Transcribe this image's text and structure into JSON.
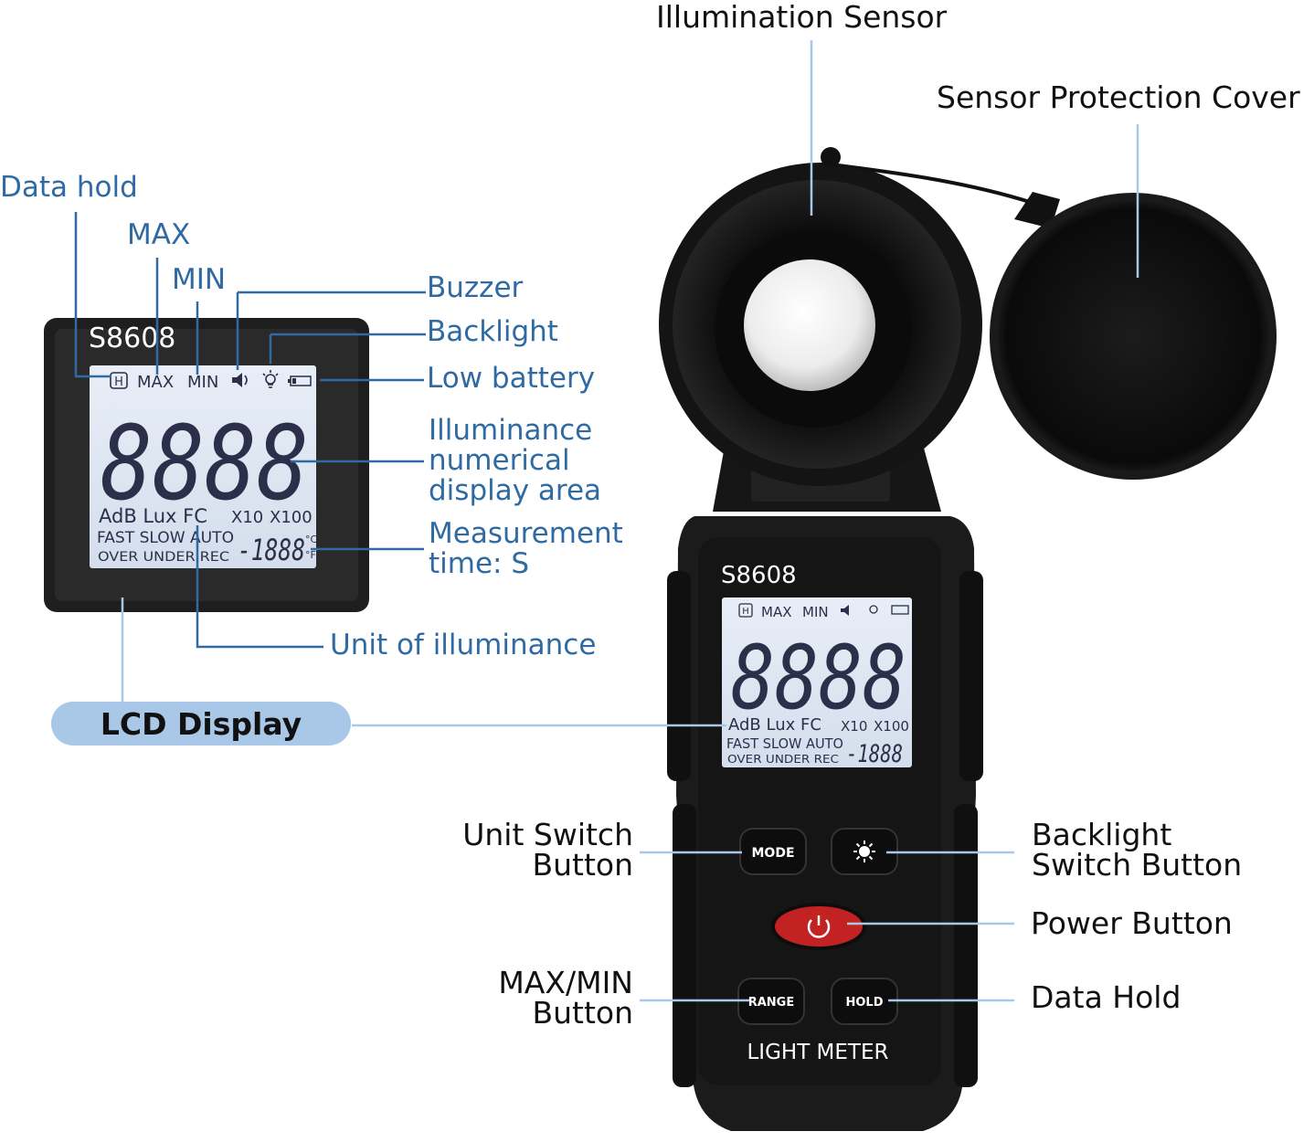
{
  "labels": {
    "illumination_sensor": "Illumination Sensor",
    "sensor_protection_cover": "Sensor Protection Cover",
    "data_hold": "Data hold",
    "max": "MAX",
    "min": "MIN",
    "buzzer": "Buzzer",
    "backlight": "Backlight",
    "low_battery": "Low battery",
    "illuminance_area": "Illuminance numerical display area",
    "measurement_time": "Measurement time: S",
    "unit_of_illuminance": "Unit of illuminance",
    "lcd_display": "LCD Display",
    "unit_switch_button": "Unit Switch Button",
    "backlight_switch_button": "Backlight Switch Button",
    "power_button": "Power Button",
    "max_min_button": "MAX/MIN Button",
    "data_hold_button": "Data Hold"
  },
  "device": {
    "model": "S8608",
    "name": "LIGHT METER",
    "buttons": {
      "mode": "MODE",
      "range": "RANGE",
      "hold": "HOLD"
    },
    "lcd": {
      "hold_icon": "H",
      "max": "MAX",
      "min": "MIN",
      "digits": "8888",
      "units_row": "AdB Lux FC",
      "x10": "X10",
      "x100": "X100",
      "speed_row": "FAST SLOW AUTO",
      "status_row": "OVER UNDER REC",
      "small_digits": "-1888",
      "deg_c": "°C",
      "deg_f": "°F"
    }
  },
  "icons": [
    "speaker-icon",
    "bulb-icon",
    "battery-icon",
    "sun-icon",
    "power-icon"
  ],
  "colors": {
    "label_blue": "#2f6aa3",
    "leader_line": "#2f6aa3",
    "pill_fill": "#a9c7e6",
    "device_body": "#1b1b1b",
    "lcd_bg": "#dfe7f2",
    "lcd_segment": "#2b2f4a",
    "power_red": "#c22222"
  }
}
